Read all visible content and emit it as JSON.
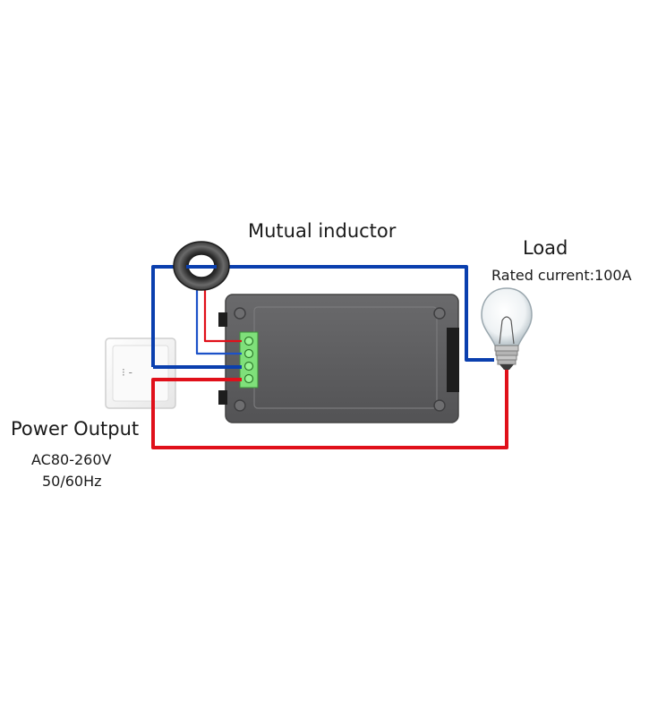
{
  "labels": {
    "mutual_inductor": "Mutual inductor",
    "load": "Load",
    "rated_current": "Rated current:100A",
    "power_output": "Power Output",
    "voltage": "AC80-260V",
    "frequency": "50/60Hz"
  },
  "colors": {
    "wire_live": "#e0101a",
    "wire_neutral": "#0a3fae",
    "meter_body": "#5e5e60",
    "terminal_block": "#7fe07a",
    "background": "#ffffff"
  },
  "icons": {
    "ct_coil": "current-transformer-icon",
    "outlet": "wall-outlet-icon",
    "bulb": "light-bulb-icon",
    "meter": "power-meter-icon"
  }
}
